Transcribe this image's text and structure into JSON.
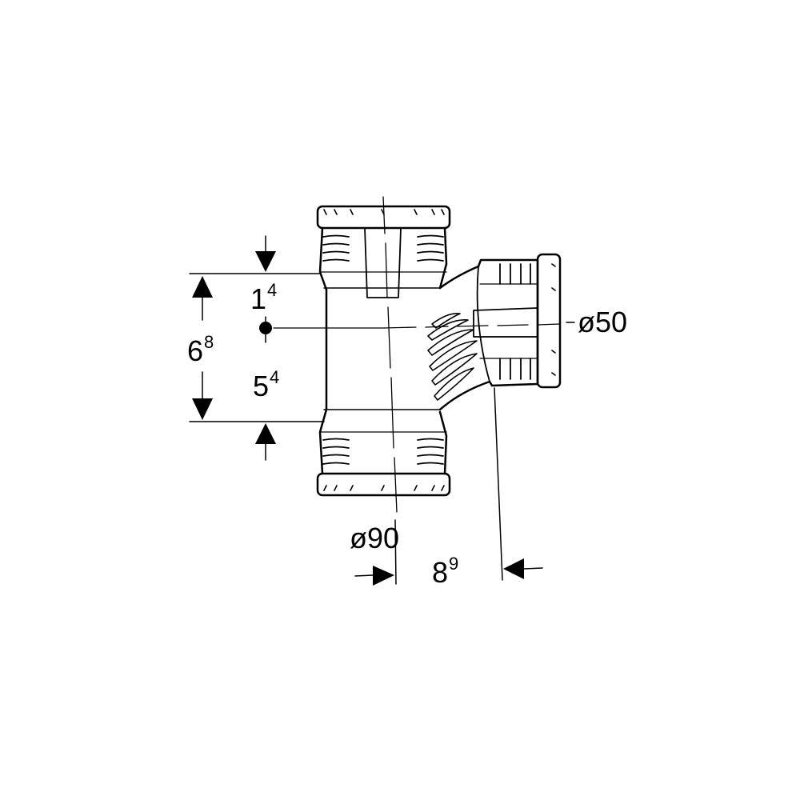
{
  "dimensions": {
    "offset_top": {
      "main": "1",
      "sup": "4"
    },
    "total_height": {
      "main": "6",
      "sup": "8"
    },
    "offset_bottom": {
      "main": "5",
      "sup": "4"
    },
    "branch_diameter": "ø50",
    "main_diameter": "ø90",
    "branch_offset": {
      "main": "8",
      "sup": "9"
    }
  },
  "colors": {
    "line": "#000000",
    "background": "#ffffff"
  }
}
